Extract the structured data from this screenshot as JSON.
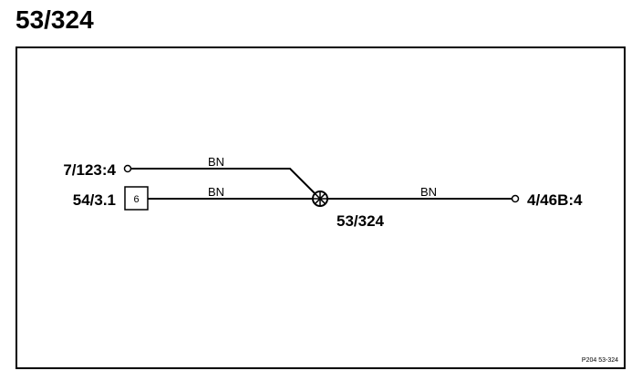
{
  "title": "53/324",
  "connectors": {
    "left_top": "7/123:4",
    "left_bottom": "54/3.1",
    "right": "4/46B:4",
    "splice": "53/324"
  },
  "pin_label": "6",
  "wires": [
    {
      "name": "wire-top-left",
      "color_code": "BN"
    },
    {
      "name": "wire-bottom-left",
      "color_code": "BN"
    },
    {
      "name": "wire-right",
      "color_code": "BN"
    }
  ],
  "footer_code": "P204 53-324"
}
